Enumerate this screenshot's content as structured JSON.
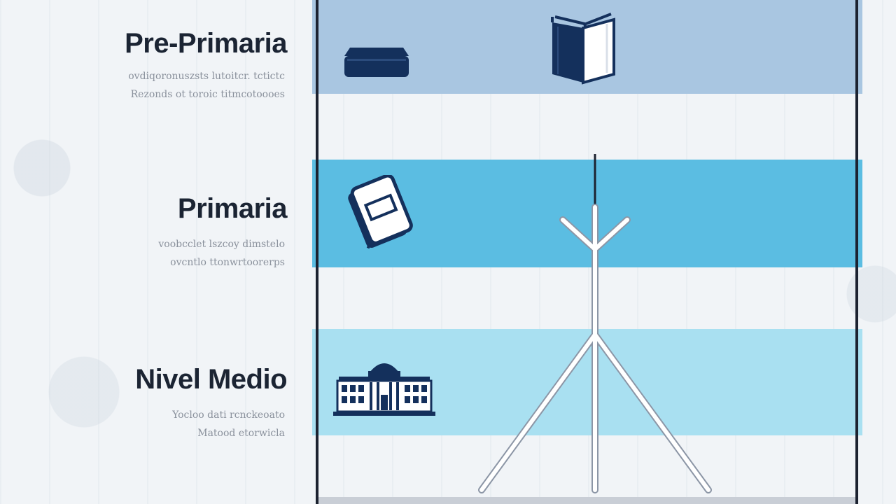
{
  "levels": [
    {
      "title": "Pre-Primaria",
      "desc_line1": "ovdiqoronuszsts lutoitcr. tctictc",
      "desc_line2": "Rezonds ot toroic titmcotoooes",
      "band_color": "#a9c6e1",
      "icon": "chest-icon",
      "secondary_icon": "book-icon"
    },
    {
      "title": "Primaria",
      "desc_line1": "voobcclet lszcoy dimstelo",
      "desc_line2": "ovcntlo ttonwrtoorerps",
      "band_color": "#5bbde2",
      "icon": "notebook-icon"
    },
    {
      "title": "Nivel Medio",
      "desc_line1": "Yocloo dati rcnckeoato",
      "desc_line2": "Matood etorwicla",
      "band_color": "#a9e0f1",
      "icon": "school-building-icon"
    }
  ],
  "colors": {
    "navy": "#14305c",
    "frame": "#1c2230",
    "tree_stroke": "#ffffff",
    "tree_outline": "#8c96a6"
  }
}
